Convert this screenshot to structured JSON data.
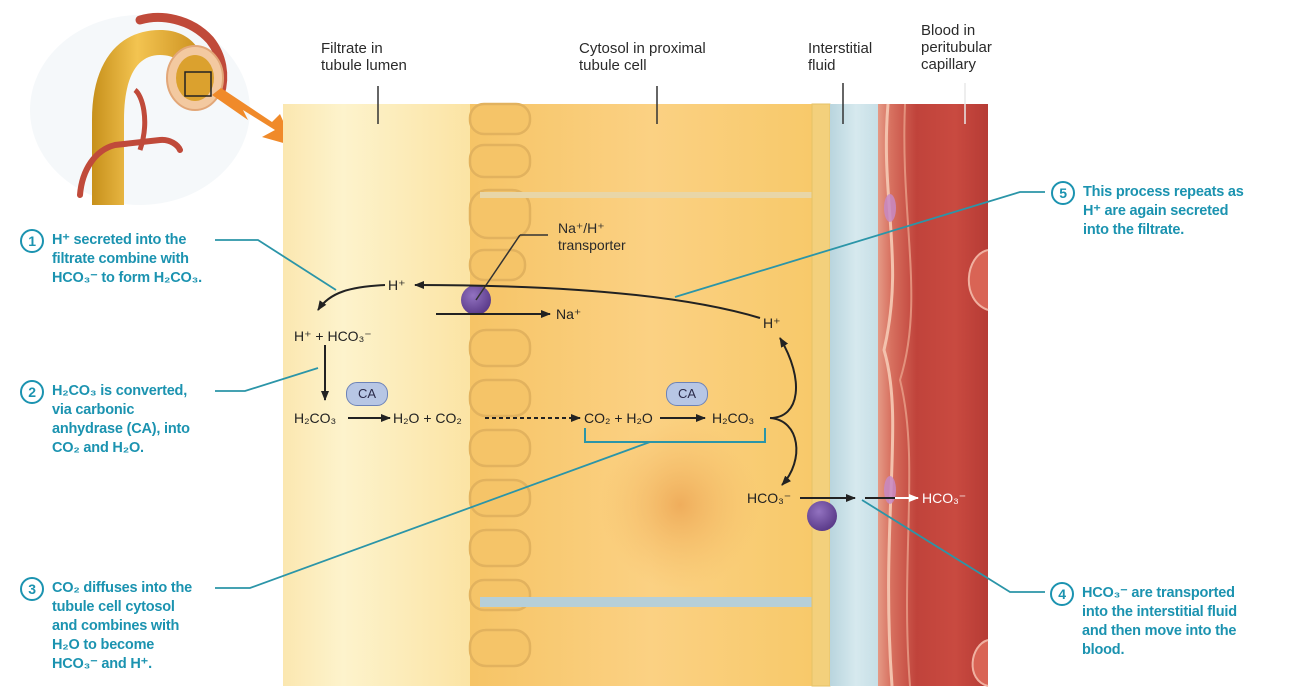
{
  "figure": {
    "title": "Bicarbonate reabsorption in the proximal tubule",
    "colors": {
      "step_text": "#1b93b0",
      "leader_line": "#2b95a8",
      "filtrate": "#fdf1c6",
      "cytosol": "#f9c96a",
      "interstitial": "#c7dfe6",
      "blood": "#c8473f",
      "transporter": "#6e4c9b",
      "carbonic_anhydrase": "#b7c6e4",
      "callout_arrow": "#f08a2a"
    }
  },
  "region_labels": {
    "filtrate": [
      "Filtrate in",
      "tubule lumen"
    ],
    "cytosol": [
      "Cytosol in proximal",
      "tubule cell"
    ],
    "interstitial": [
      "Interstitial",
      "fluid"
    ],
    "blood": [
      "Blood in",
      "peritubular",
      "capillary"
    ]
  },
  "transporter_label": [
    "Na⁺/H⁺",
    "transporter"
  ],
  "enzyme_label": "CA",
  "chemistry": {
    "h_lumen": "H⁺",
    "h_plus_hco3": "H⁺ + HCO₃⁻",
    "h2co3_lumen": "H₂CO₃",
    "h2o_co2": "H₂O + CO₂",
    "co2_h2o": "CO₂ + H₂O",
    "h2co3_cell": "H₂CO₃",
    "na": "Na⁺",
    "h_cell": "H⁺",
    "hco3_cell": "HCO₃⁻",
    "hco3_blood": "HCO₃⁻"
  },
  "steps": [
    {
      "number": "1",
      "lines": [
        "H⁺ secreted into the",
        "filtrate combine with",
        "HCO₃⁻ to form H₂CO₃."
      ]
    },
    {
      "number": "2",
      "lines": [
        "H₂CO₃ is converted,",
        "via carbonic",
        "anhydrase (CA), into",
        "CO₂ and H₂O."
      ]
    },
    {
      "number": "3",
      "lines": [
        "CO₂ diffuses into the",
        "tubule cell cytosol",
        "and combines with",
        "H₂O to become",
        "HCO₃⁻ and H⁺."
      ]
    },
    {
      "number": "4",
      "lines": [
        "HCO₃⁻ are transported",
        "into the interstitial fluid",
        "and then move into the",
        "blood."
      ]
    },
    {
      "number": "5",
      "lines": [
        "This process repeats as",
        "H⁺ are again secreted",
        "into the filtrate."
      ]
    }
  ]
}
